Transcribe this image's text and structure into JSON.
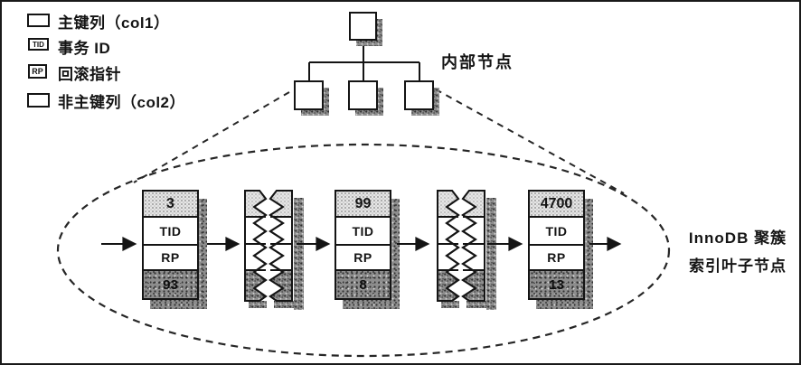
{
  "legend": {
    "items": [
      {
        "swatch": "plain-box",
        "label": "主键列（col1）"
      },
      {
        "swatch": "tid-box",
        "swatch_text": "TID",
        "label": "事务 ID"
      },
      {
        "swatch": "rp-box",
        "swatch_text": "RP",
        "label": "回滚指针"
      },
      {
        "swatch": "shaded-box",
        "label": "非主键列（col2）"
      }
    ]
  },
  "labels": {
    "internal_nodes": "内部节点",
    "leaf_line1": "InnoDB 聚簇",
    "leaf_line2": "索引叶子节点"
  },
  "nodes": [
    {
      "pk": "3",
      "tid_label": "TID",
      "rp_label": "RP",
      "col2": "93"
    },
    {
      "pk": "99",
      "tid_label": "TID",
      "rp_label": "RP",
      "col2": "8"
    },
    {
      "pk": "4700",
      "tid_label": "TID",
      "rp_label": "RP",
      "col2": "13"
    }
  ],
  "colors": {
    "ink": "#141414",
    "texture_light": "#e6e6e6",
    "texture_dark": "#8d8d8d",
    "background": "#ffffff"
  }
}
